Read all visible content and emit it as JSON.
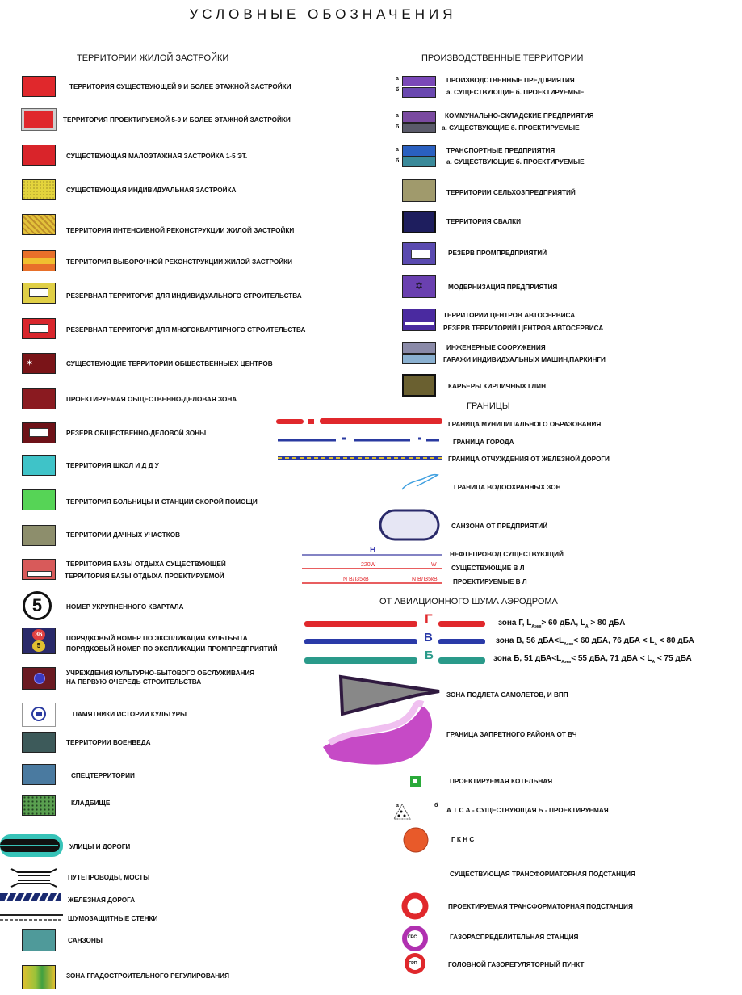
{
  "title": "УСЛОВНЫЕ ОБОЗНАЧЕНИЯ",
  "sections": {
    "residential": "ТЕРРИТОРИИ ЖИЛОЙ ЗАСТРОЙКИ",
    "industrial": "ПРОИЗВОДСТВЕННЫЕ ТЕРРИТОРИИ",
    "borders": "ГРАНИЦЫ",
    "noise": "ОТ АВИАЦИОННОГО ШУМА АЭРОДРОМА"
  },
  "left_items": [
    {
      "label": "ТЕРРИТОРИЯ СУЩЕСТВУЮЩЕЙ 9 И БОЛЕЕ ЭТАЖНОЙ ЗАСТРОЙКИ",
      "color": "#e0282c"
    },
    {
      "label": "ТЕРРИТОРИЯ ПРОЕКТИРУЕМОЙ 5-9 И БОЛЕЕ ЭТАЖНОЙ ЗАСТРОЙКИ",
      "color": "#e0282c"
    },
    {
      "label": "СУЩЕСТВУЮЩАЯ МАЛОЭТАЖНАЯ ЗАСТРОЙКА 1-5 ЭТ.",
      "color": "#d9242a"
    },
    {
      "label": "СУЩЕСТВУЮЩАЯ ИНДИВИДУАЛЬНАЯ ЗАСТРОЙКА",
      "color": "#e3d43c"
    },
    {
      "label": "ТЕРРИТОРИЯ ИНТЕНСИВНОЙ РЕКОНСТРУКЦИИ ЖИЛОЙ ЗАСТРОЙКИ",
      "color": "#e2c23a"
    },
    {
      "label": "ТЕРРИТОРИЯ ВЫБОРОЧНОЙ РЕКОНСТРУКЦИИ ЖИЛОЙ ЗАСТРОЙКИ",
      "color": "#e8702a"
    },
    {
      "label": "РЕЗЕРВНАЯ ТЕРРИТОРИЯ ДЛЯ ИНДИВИДУАЛЬНОГО СТРОИТЕЛЬСТВА",
      "color": "#e0cf46"
    },
    {
      "label": "РЕЗЕРВНАЯ ТЕРРИТОРИЯ ДЛЯ МНОГОКВАРТИРНОГО СТРОИТЕЛЬСТВА",
      "color": "#d8262c"
    },
    {
      "label": "СУЩЕСТВУЮЩИЕ ТЕРРИТОРИИ ОБЩЕСТВЕННЫЕХ ЦЕНТРОВ",
      "color": "#7a1418"
    },
    {
      "label": "ПРОЕКТИРУЕМАЯ ОБЩЕСТВЕННО-ДЕЛОВАЯ ЗОНА",
      "color": "#8a1a20"
    },
    {
      "label": "РЕЗЕРВ ОБЩЕСТВЕННО-ДЕЛОВОЙ ЗОНЫ",
      "color": "#6e1218"
    },
    {
      "label": "ТЕРРИТОРИЯ ШКОЛ И Д Д У",
      "color": "#3fc3c8"
    },
    {
      "label": "ТЕРРИТОРИЯ БОЛЬНИЦЫ И СТАНЦИИ СКОРОЙ ПОМОЩИ",
      "color": "#56d456"
    },
    {
      "label": "ТЕРРИТОРИИ ДАЧНЫХ УЧАСТКОВ",
      "color": "#8d8e6c"
    },
    {
      "label": "ТЕРРИТОРИЯ БАЗЫ ОТДЫХА СУЩЕСТВУЮЩЕЙ",
      "color": "#d85a5a"
    },
    {
      "label": "ТЕРРИТОРИЯ БАЗЫ ОТДЫХА ПРОЕКТИРУЕМОЙ",
      "color": "#d85a5a"
    },
    {
      "label": "НОМЕР УКРУПНЕННОГО КВАРТАЛА",
      "symbol": "5"
    },
    {
      "label": "ПОРЯДКОВЫЙ НОМЕР ПО ЭКСПЛИКАЦИИ КУЛЬТБЫТА",
      "symbol": "36"
    },
    {
      "label": "ПОРЯДКОВЫЙ НОМЕР ПО ЭКСПЛИКАЦИИ ПРОМПРЕДПРИЯТИЙ",
      "symbol": "5"
    },
    {
      "label": "УЧРЕЖДЕНИЯ КУЛЬТУРНО-БЫТОВОГО ОБСЛУЖИВАНИЯ",
      "color": "#6a1a22"
    },
    {
      "label": "НА ПЕРВУЮ ОЧЕРЕДЬ СТРОИТЕЛЬСТВА"
    },
    {
      "label": "ПАМЯТНИКИ ИСТОРИИ КУЛЬТУРЫ"
    },
    {
      "label": "ТЕРРИТОРИИ ВОЕНВЕДА",
      "color": "#3d5a5a"
    },
    {
      "label": "СПЕЦТЕРРИТОРИИ",
      "color": "#4a7aa0"
    },
    {
      "label": "КЛАДБИЩЕ",
      "color": "#5aa050"
    },
    {
      "label": "УЛИЦЫ И ДОРОГИ"
    },
    {
      "label": "ПУТЕПРОВОДЫ, МОСТЫ"
    },
    {
      "label": "ЖЕЛЕЗНАЯ ДОРОГА"
    },
    {
      "label": "ШУМОЗАЩИТНЫЕ СТЕНКИ"
    },
    {
      "label": "САНЗОНЫ",
      "color": "#4f9a9a"
    },
    {
      "label": "ЗОНА ГРАДОСТРОИТЕЛЬНОГО РЕГУЛИРОВАНИЯ",
      "color": "#9ac23a"
    }
  ],
  "right_items": [
    {
      "label": "ПРОИЗВОДСТВЕННЫЕ ПРЕДПРИЯТИЯ",
      "color": "#7a48b8"
    },
    {
      "label": "а. СУЩЕСТВУЮЩИЕ б. ПРОЕКТИРУЕМЫЕ"
    },
    {
      "label": "КОММУНАЛЬНО-СКЛАДСКИЕ ПРЕДПРИЯТИЯ",
      "color": "#7a4aa0"
    },
    {
      "label": "а. СУЩЕСТВУЮЩИЕ б. ПРОЕКТИРУЕМЫЕ"
    },
    {
      "label": "ТРАНСПОРТНЫЕ ПРЕДПРИЯТИЯ",
      "color": "#2a60c0"
    },
    {
      "label": "а. СУЩЕСТВУЮЩИЕ б. ПРОЕКТИРУЕМЫЕ"
    },
    {
      "label": "ТЕРРИТОРИИ СЕЛЬХОЗПРЕДПРИЯТИЙ",
      "color": "#a09a6c"
    },
    {
      "label": "ТЕРРИТОРИЯ СВАЛКИ",
      "color": "#1e1e5e"
    },
    {
      "label": "РЕЗЕРВ ПРОМПРЕДПРИЯТИЙ",
      "color": "#5a4ab0"
    },
    {
      "label": "МОДЕРНИЗАЦИЯ ПРЕДПРИЯТИЯ",
      "color": "#6a40b0"
    },
    {
      "label": "ТЕРРИТОРИИ ЦЕНТРОВ АВТОСЕРВИСА",
      "color": "#4a2aa0"
    },
    {
      "label": "РЕЗЕРВ ТЕРРИТОРИЙ ЦЕНТРОВ АВТОСЕРВИСА"
    },
    {
      "label": "ИНЖЕНЕРНЫЕ СООРУЖЕНИЯ",
      "color": "#8a8aa8"
    },
    {
      "label": "ГАРАЖИ ИНДИВИДУАЛЬНЫХ МАШИН,ПАРКИНГИ",
      "color": "#8ab0d0"
    },
    {
      "label": "КАРЬЕРЫ КИРПИЧНЫХ ГЛИН",
      "color": "#6a6030"
    }
  ],
  "border_items": [
    {
      "label": "ГРАНИЦА МУНИЦИПАЛЬНОГО ОБРАЗОВАНИЯ",
      "color": "#e0282c"
    },
    {
      "label": "ГРАНИЦА ГОРОДА",
      "color": "#2a3aa0"
    },
    {
      "label": "ГРАНИЦА ОТЧУЖДЕНИЯ ОТ ЖЕЛЕЗНОЙ ДОРОГИ"
    },
    {
      "label": "ГРАНИЦА ВОДООХРАННЫХ ЗОН",
      "color": "#40a0e0"
    },
    {
      "label": "САНЗОНА ОТ ПРЕДПРИЯТИЙ"
    },
    {
      "label": "НЕФТЕПРОВОД СУЩЕСТВУЮЩИЙ",
      "mark": "Н"
    },
    {
      "label": "СУЩЕСТВУЮЩИЕ В Л",
      "mark": "220W",
      "mark2": "W"
    },
    {
      "label": "ПРОЕКТИРУЕМЫЕ В Л",
      "mark": "N ВЛ35кВ",
      "mark2": "N ВЛ35кВ"
    }
  ],
  "noise_items": [
    {
      "letter": "Г",
      "color": "#e0282c",
      "text": "зона Г, L",
      "sub": "Аэкв",
      "text2": "> 60 дБА, L",
      "sub2": "А",
      "text3": "> 80 дБА"
    },
    {
      "letter": "В",
      "color": "#2a3aa8",
      "text": "зона В, 56 дБА<L",
      "sub": "Аэкв",
      "text2": "< 60 дБА, 76 дБА < L",
      "sub2": "А",
      "text3": "< 80 дБА"
    },
    {
      "letter": "Б",
      "color": "#2a9a8a",
      "text": "зона Б, 51 дБА<L",
      "sub": "Аэкв",
      "text2": "< 55 дБА, 71 дБА < L",
      "sub2": "А",
      "text3": "< 75 дБА"
    }
  ],
  "misc_items": [
    {
      "label": "ЗОНА ПОДЛЕТА САМОЛЕТОВ, И ВПП"
    },
    {
      "label": "ГРАНИЦА ЗАПРЕТНОГО РАЙОНА ОТ ВЧ"
    },
    {
      "label": "ПРОЕКТИРУЕМАЯ КОТЕЛЬНАЯ"
    },
    {
      "label": "А Т С   а - СУЩЕСТВУЮЩАЯ  б - ПРОЕКТИРУЕМАЯ"
    },
    {
      "label": "Г К Н С"
    },
    {
      "label": "СУЩЕСТВУЮЩАЯ ТРАНСФОРМАТОРНАЯ ПОДСТАНЦИЯ"
    },
    {
      "label": "ПРОЕКТИРУЕМАЯ ТРАНСФОРМАТОРНАЯ ПОДСТАНЦИЯ"
    },
    {
      "label": "ГАЗОРАСПРЕДЕЛИТЕЛЬНАЯ СТАНЦИЯ",
      "mark": "ГРС"
    },
    {
      "label": "ГОЛОВНОЙ ГАЗОРЕГУЛЯТОРНЫЙ ПУНКТ",
      "mark": "ГРП"
    }
  ],
  "ab_letters": {
    "a": "а",
    "b": "б"
  }
}
